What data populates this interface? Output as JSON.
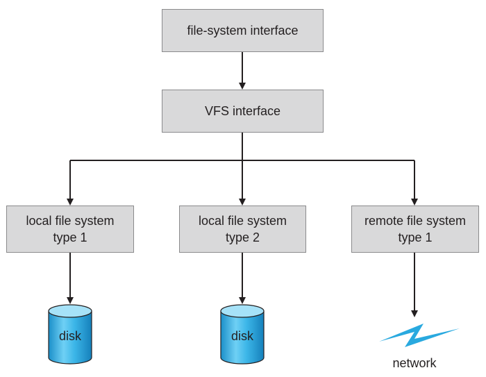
{
  "diagram": {
    "nodes": {
      "fs_interface": "file-system interface",
      "vfs_interface": "VFS interface",
      "local_fs_1": "local file system\ntype 1",
      "local_fs_2": "local file system\ntype 2",
      "remote_fs_1": "remote file system\ntype 1"
    },
    "disk_1_label": "disk",
    "disk_2_label": "disk",
    "network_label": "network",
    "colors": {
      "box_fill": "#d9d9da",
      "box_border": "#8a8a8c",
      "line": "#231f20",
      "disk_fill": "#29a9df",
      "network": "#29a9df"
    }
  }
}
